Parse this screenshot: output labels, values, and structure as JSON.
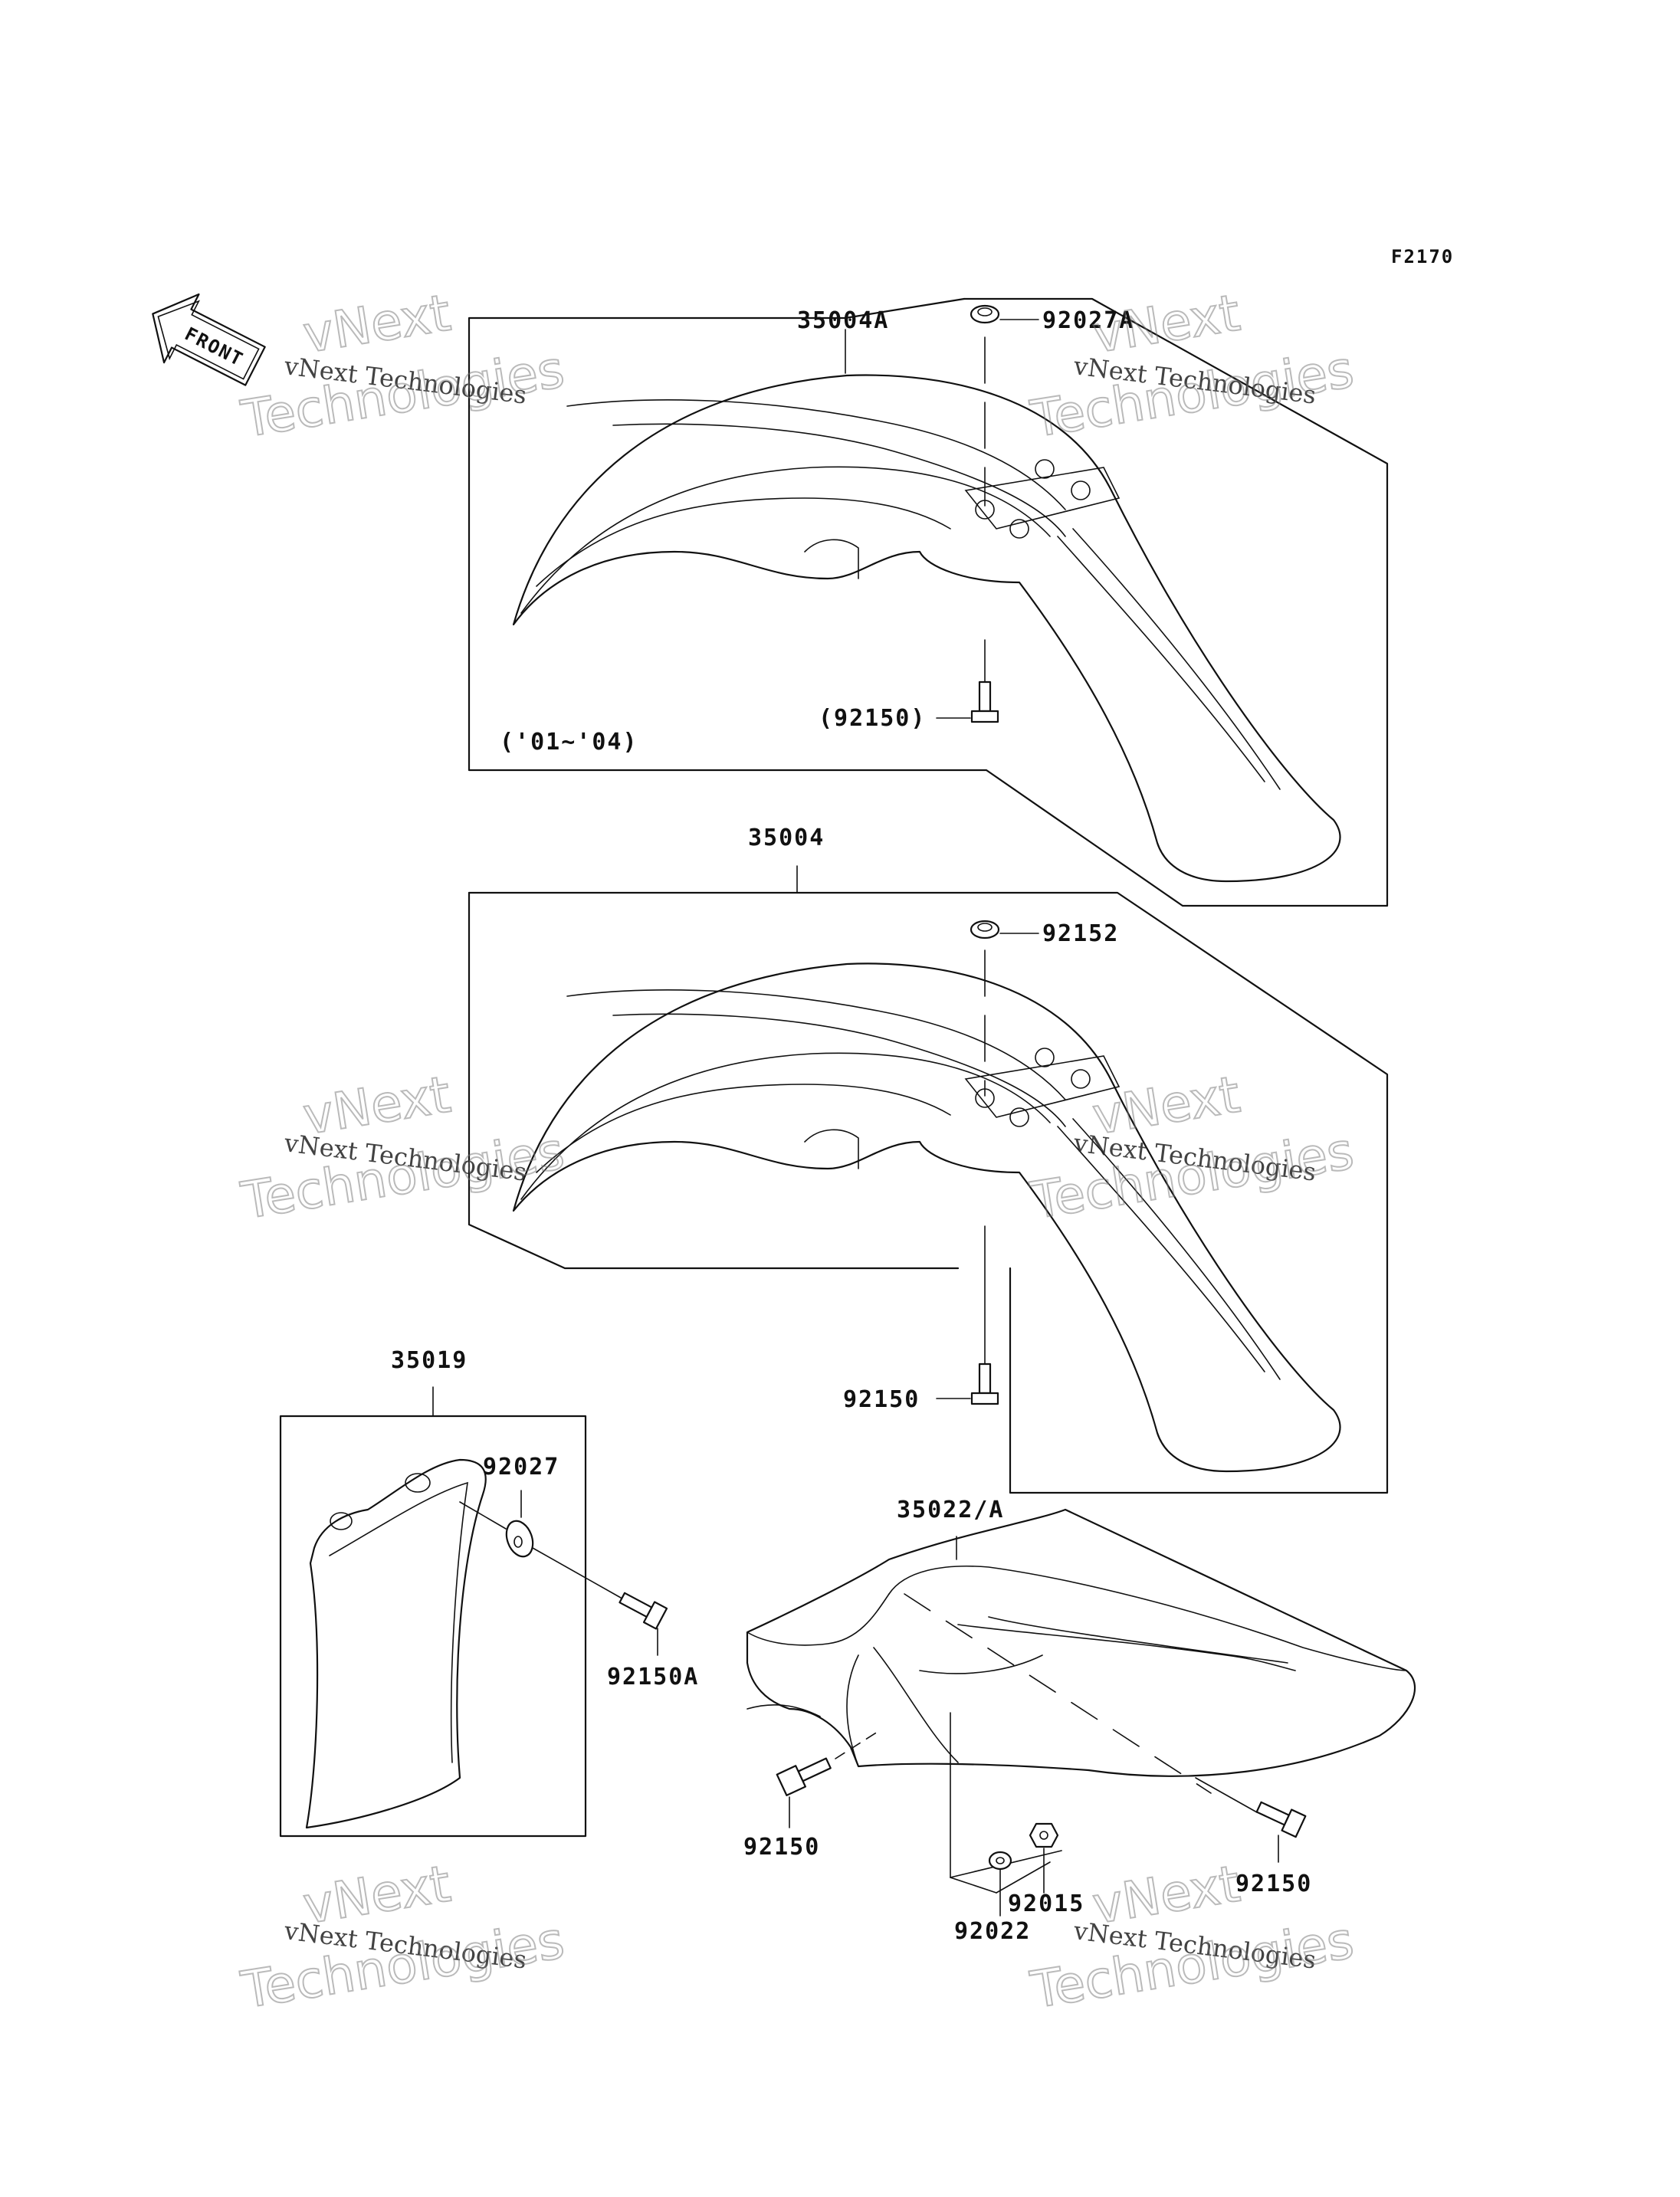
{
  "figure_code": "F2170",
  "front_arrow_label": "FRONT",
  "watermark": {
    "line1": "vNext Technologies",
    "big_line1": "vNext",
    "big_line2": "Technologies"
  },
  "groups": {
    "top": {
      "part": "35004A",
      "grommet": "92027A",
      "bolt": "(92150)",
      "years": "('01~'04)"
    },
    "middle": {
      "part": "35004",
      "grommet": "92152",
      "bolt": "92150"
    },
    "side_cover": {
      "part": "35019",
      "grommet": "92027",
      "bolt": "92150A"
    },
    "rear_fender": {
      "part": "35022/A",
      "bolt_left": "92150",
      "bolt_right": "92150",
      "nut": "92015",
      "washer": "92022"
    }
  }
}
